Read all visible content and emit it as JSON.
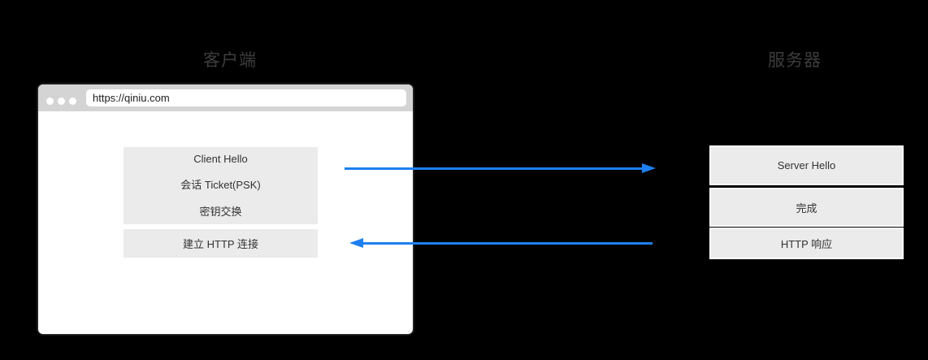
{
  "titles": {
    "client": "客户端",
    "server": "服务器"
  },
  "browser": {
    "url": "https://qiniu.com",
    "window_dots": [
      "window-dot",
      "window-dot",
      "window-dot"
    ]
  },
  "client": {
    "handshake_rows": [
      "Client Hello",
      "会话 Ticket(PSK)",
      "密钥交换"
    ],
    "http_label": "建立 HTTP 连接"
  },
  "server": {
    "boxes": [
      "Server Hello",
      "完成",
      "HTTP 响应"
    ]
  },
  "arrows": {
    "request_direction": "client-to-server",
    "response_direction": "server-to-client"
  },
  "colors": {
    "background": "#000000",
    "arrow_blue": "#1e80f0",
    "box_fill": "#ebebeb",
    "titlebar_gray": "#d4d4d4",
    "title_text": "#3d3d3d",
    "box_text": "#333333"
  }
}
